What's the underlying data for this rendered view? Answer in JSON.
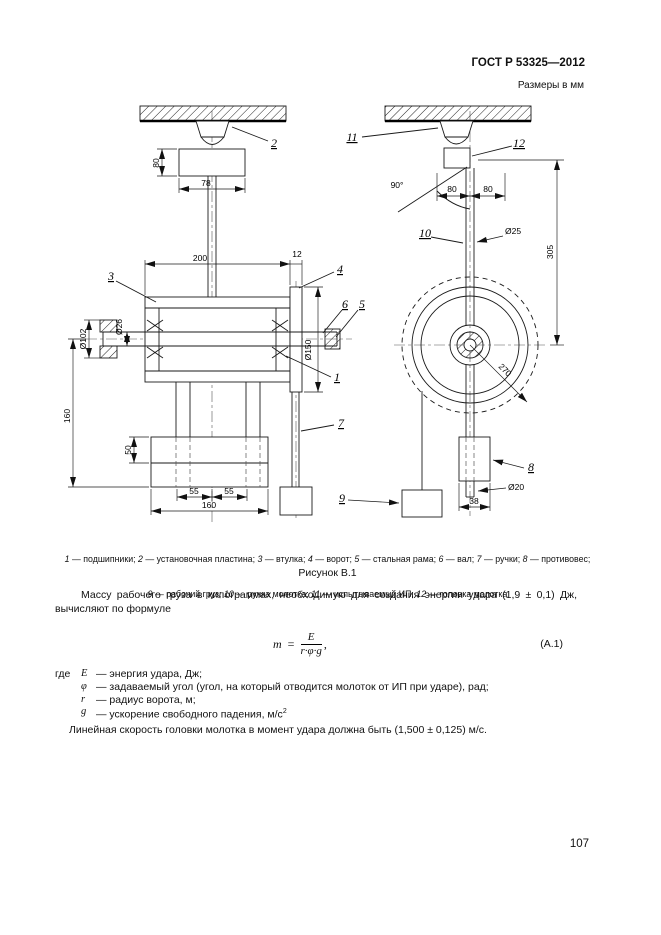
{
  "header": {
    "doc_number": "ГОСТ Р 53325—2012",
    "units_note": "Размеры в мм"
  },
  "drawing": {
    "labels": {
      "l1": "1",
      "l2": "2",
      "l3": "3",
      "l4": "4",
      "l5": "5",
      "l6": "6",
      "l7": "7",
      "l8": "8",
      "l9": "9",
      "l10": "10",
      "l11": "11",
      "l12": "12"
    },
    "dims": {
      "d80_left": "80",
      "d78": "78",
      "d200": "200",
      "d12": "12",
      "dia26": "Ø26",
      "dia102": "Ø102",
      "dia150": "Ø150",
      "d160_left": "160",
      "d50": "50",
      "d55a": "55",
      "d55b": "55",
      "d160_bottom": "160",
      "ang90": "90°",
      "d80a": "80",
      "d80b": "80",
      "dia25": "Ø25",
      "d305": "305",
      "r270": "270",
      "dia20": "Ø20",
      "d38": "38"
    }
  },
  "figure": {
    "caption_line1": [
      {
        "num": "1",
        "text": " — подшипники; "
      },
      {
        "num": "2",
        "text": " — установочная пластина; "
      },
      {
        "num": "3",
        "text": " — втулка; "
      },
      {
        "num": "4",
        "text": " — ворот; "
      },
      {
        "num": "5",
        "text": " — стальная рама; "
      },
      {
        "num": "6",
        "text": " — вал; "
      },
      {
        "num": "7",
        "text": " — ручки; "
      },
      {
        "num": "8",
        "text": " — противовес;"
      }
    ],
    "caption_line2": [
      {
        "num": "9",
        "text": " — рабочий груз; "
      },
      {
        "num": "10",
        "text": " — ручка молотка; "
      },
      {
        "num": "11",
        "text": " — испытываемый ИП; "
      },
      {
        "num": "12",
        "text": " — головка молотка"
      }
    ],
    "figure_label": "Рисунок В.1"
  },
  "body": {
    "paragraph": "Массу рабочего груза в килограммах, необходимую для создания энергии удара (1,9 ± 0,1) Дж, вычисляют по формуле",
    "formula": {
      "lhs": "m",
      "eq": "=",
      "numerator": "E",
      "denominator": "r·φ·g",
      "comma": ",",
      "number": "(А.1)"
    },
    "where": [
      {
        "prefix": "где",
        "symbol": "E",
        "text": "— энергия удара, Дж;"
      },
      {
        "prefix": "",
        "symbol": "φ",
        "text": "— задаваемый угол (угол, на который отводится молоток от ИП при ударе), рад;"
      },
      {
        "prefix": "",
        "symbol": "r",
        "text": "— радиус ворота, м;"
      },
      {
        "prefix": "",
        "symbol": "g",
        "text": "— ускорение свободного падения, м/с",
        "sup": "2"
      }
    ],
    "closing": "Линейная скорость головки молотка в момент удара должна быть (1,500 ± 0,125) м/с."
  },
  "footer": {
    "page_number": "107"
  }
}
